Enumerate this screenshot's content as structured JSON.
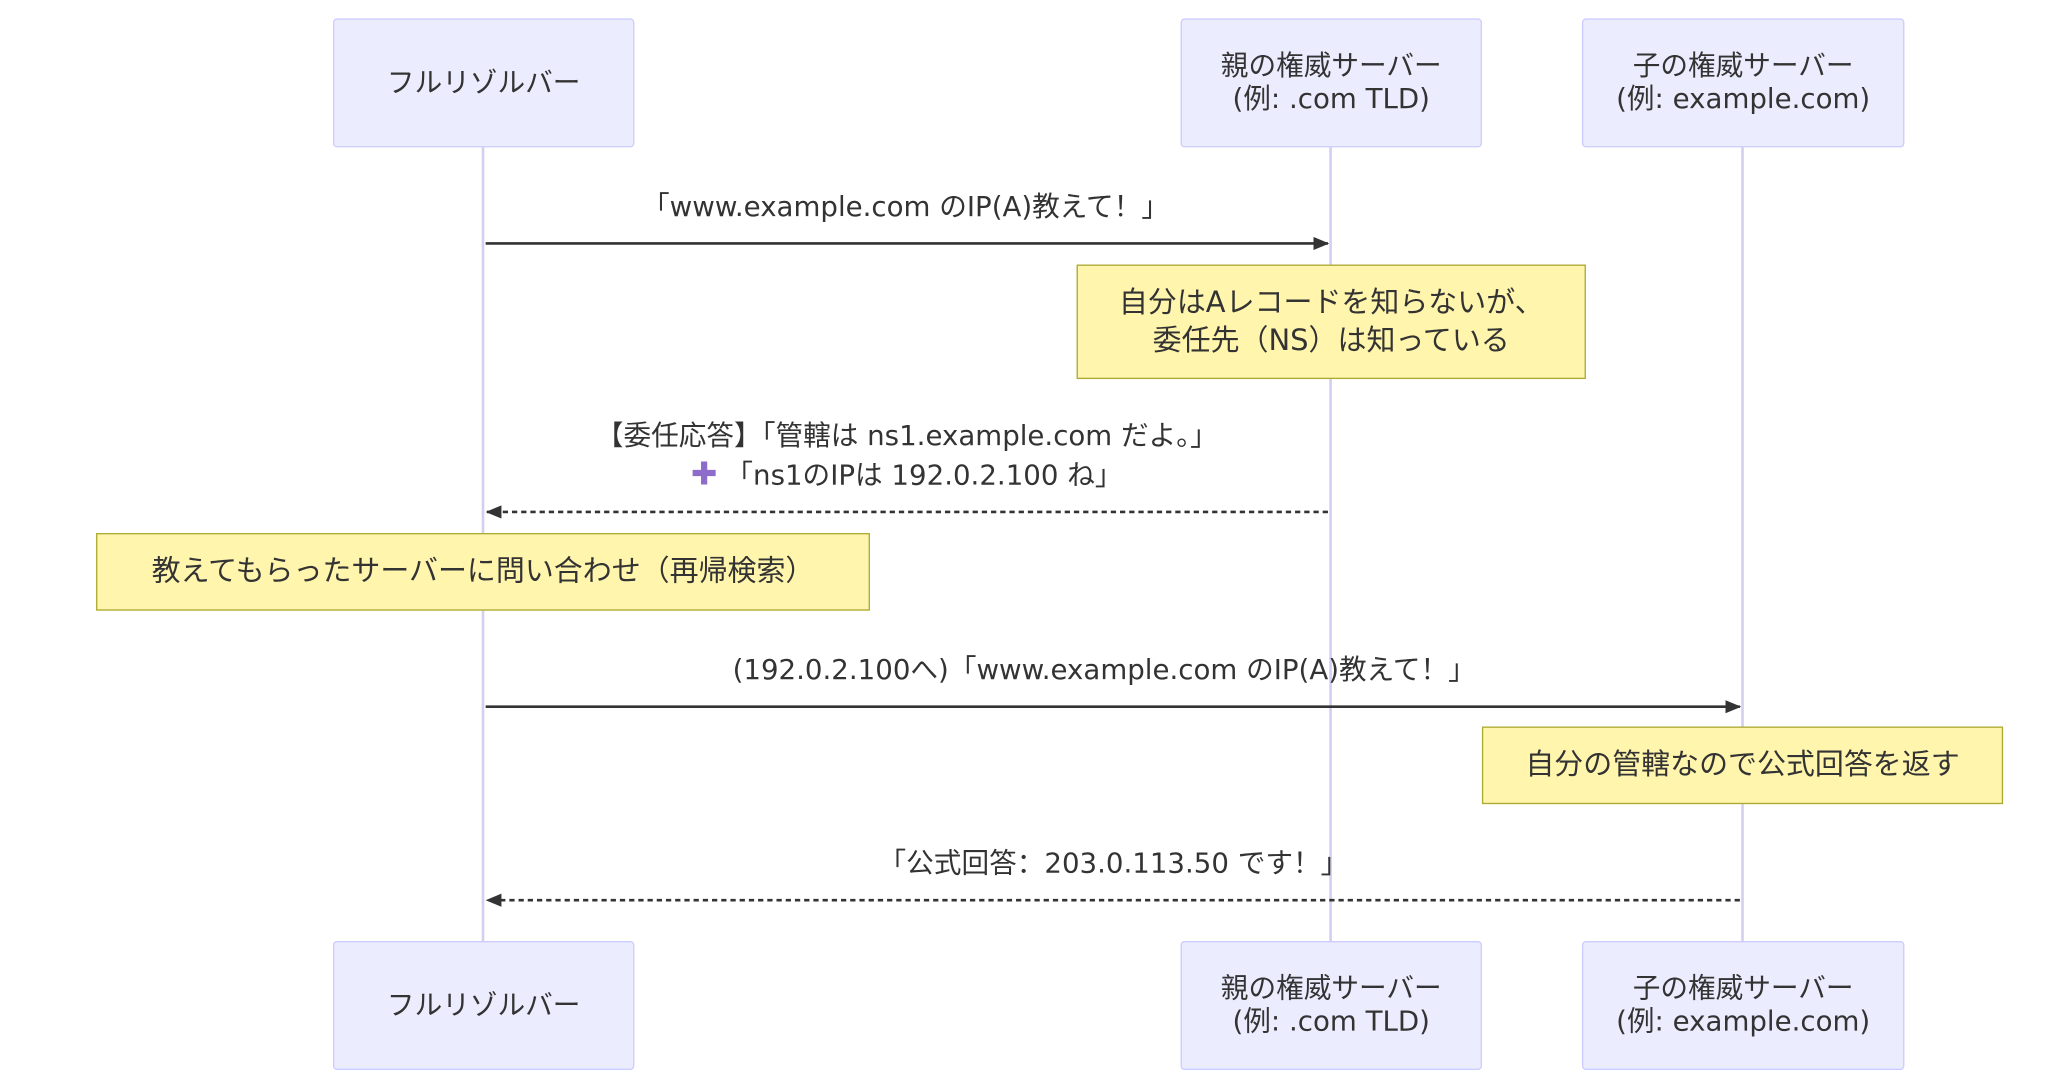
{
  "participants": {
    "resolver": {
      "label": "フルリゾルバー"
    },
    "parent": {
      "line1": "親の権威サーバー",
      "line2": "(例: .com TLD)"
    },
    "child": {
      "line1": "子の権威サーバー",
      "line2": "(例: example.com)"
    }
  },
  "messages": {
    "m1": "「www.example.com のIP(A)教えて！」",
    "m2_line1": "【委任応答】「管轄は ns1.example.com だよ。」",
    "m2_line2": "「ns1のIPは 192.0.2.100 ね」",
    "m3": "(192.0.2.100へ)「www.example.com のIP(A)教えて！」",
    "m4": "「公式回答：203.0.113.50 です！」"
  },
  "notes": {
    "n1_line1": "自分はAレコードを知らないが、",
    "n1_line2": "委任先（NS）は知っている",
    "n2": "教えてもらったサーバーに問い合わせ（再帰検索）",
    "n3": "自分の管轄なので公式回答を返す"
  },
  "colors": {
    "actor_fill": "#ececff",
    "actor_border": "#ccccff",
    "lifeline": "#d5cef0",
    "note_fill": "#fff5ad",
    "note_border": "#aaaa33",
    "arrow": "#333333",
    "text": "#333333"
  },
  "icons": {
    "plus": "plus-icon"
  }
}
